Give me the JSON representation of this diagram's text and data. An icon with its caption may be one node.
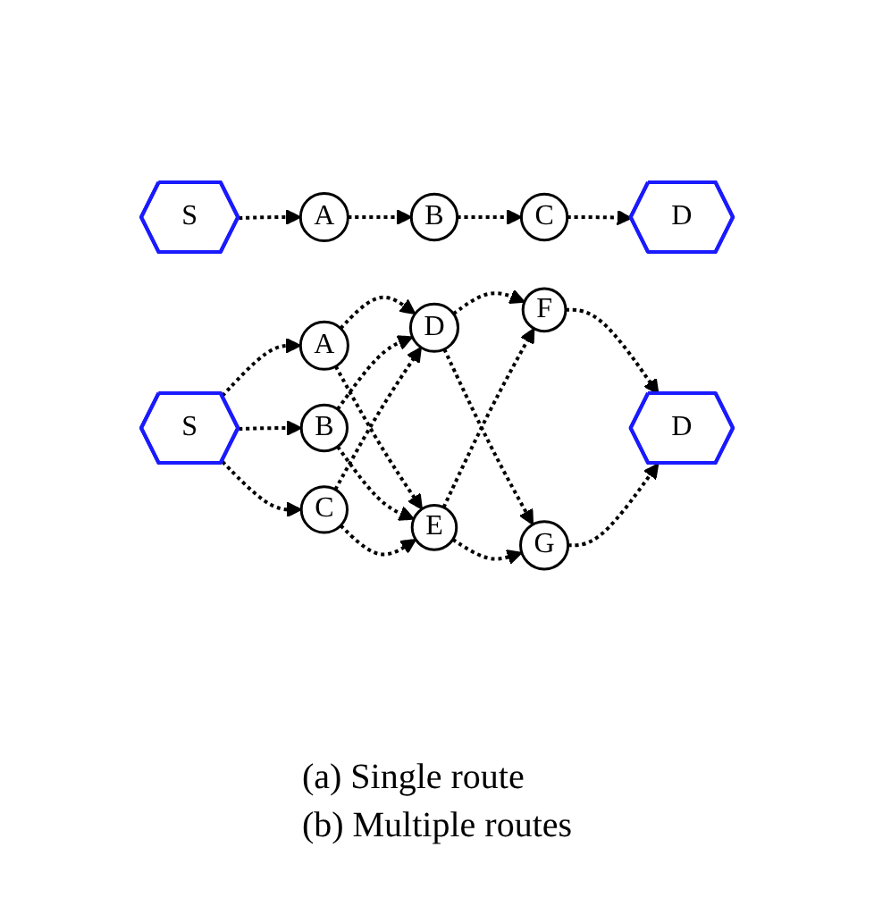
{
  "diagram": {
    "nodes": [
      {
        "text": [
          "S"
        ]
      },
      {
        "text": [
          "A"
        ]
      },
      {
        "text": [
          "B"
        ]
      },
      {
        "text": [
          "C"
        ]
      },
      {
        "text": [
          "D"
        ]
      },
      {
        "text": [
          "S"
        ]
      },
      {
        "text": [
          "A"
        ]
      },
      {
        "text": [
          "B"
        ]
      },
      {
        "text": [
          "C"
        ]
      },
      {
        "text": [
          "D"
        ]
      },
      {
        "text": [
          "E"
        ]
      },
      {
        "text": [
          "F"
        ]
      },
      {
        "text": [
          "G"
        ]
      },
      {
        "text": [
          "D"
        ]
      }
    ],
    "edges": [
      {
        "from": 0,
        "to": 1,
        "arrow": "to",
        "style": "dashed"
      },
      {
        "from": 1,
        "to": 2,
        "arrow": "to",
        "style": "dashed"
      },
      {
        "from": 2,
        "to": 3,
        "arrow": "to",
        "style": "dashed"
      },
      {
        "from": 3,
        "to": 4,
        "arrow": "to",
        "style": "dashed"
      },
      {
        "from": 5,
        "to": 6,
        "arrow": "to",
        "style": "dashed"
      },
      {
        "from": 5,
        "to": 7,
        "arrow": "to",
        "style": "dashed"
      },
      {
        "from": 5,
        "to": 8,
        "arrow": "to",
        "style": "dashed"
      },
      {
        "from": 6,
        "to": 9,
        "arrow": "to",
        "style": "dashed"
      },
      {
        "from": 6,
        "to": 10,
        "arrow": "to",
        "style": "dashed"
      },
      {
        "from": 7,
        "to": 9,
        "arrow": "to",
        "style": "dashed"
      },
      {
        "from": 7,
        "to": 10,
        "arrow": "to",
        "style": "dashed"
      },
      {
        "from": 8,
        "to": 9,
        "arrow": "to",
        "style": "dashed"
      },
      {
        "from": 8,
        "to": 10,
        "arrow": "to",
        "style": "dashed"
      },
      {
        "from": 9,
        "to": 11,
        "arrow": "to",
        "style": "dashed"
      },
      {
        "from": 9,
        "to": 12,
        "arrow": "to",
        "style": "dashed"
      },
      {
        "from": 10,
        "to": 11,
        "arrow": "to",
        "style": "dashed"
      },
      {
        "from": 10,
        "to": 12,
        "arrow": "to",
        "style": "dashed"
      },
      {
        "from": 11,
        "to": 13,
        "arrow": "to",
        "style": "dashed"
      },
      {
        "from": 12,
        "to": 13,
        "arrow": "to",
        "style": "dashed"
      }
    ],
    "labels": [
      "(a) Single route",
      "(b) Multiple routes"
    ]
  }
}
